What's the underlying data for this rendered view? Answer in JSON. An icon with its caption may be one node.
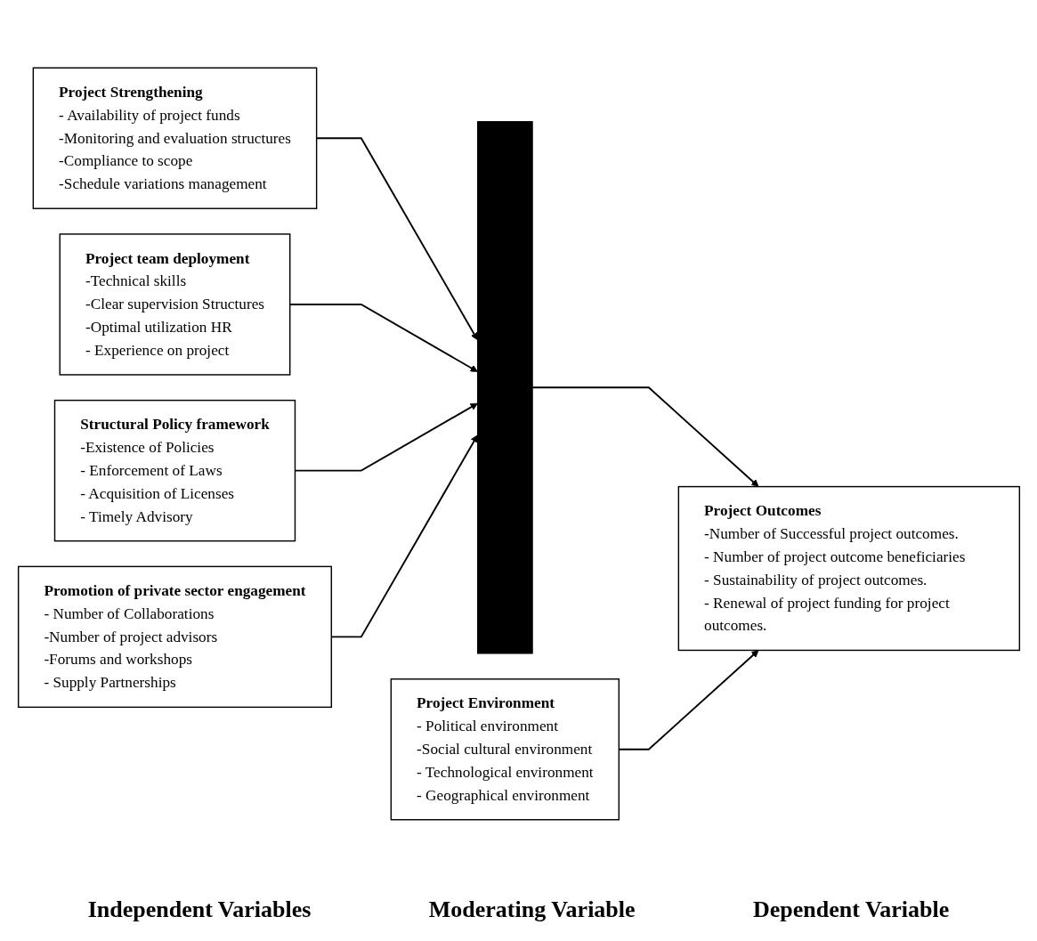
{
  "diagram": {
    "nodes": [
      {
        "text": [
          "Project Strengthening",
          "- Availability of project funds",
          "-Monitoring and evaluation structures",
          "-Compliance to scope",
          "-Schedule variations management"
        ]
      },
      {
        "text": [
          "Project team deployment",
          "-Technical skills",
          "-Clear supervision Structures",
          "-Optimal utilization HR",
          "- Experience on project"
        ]
      },
      {
        "text": [
          "Structural Policy framework",
          "-Existence of Policies",
          "- Enforcement of Laws",
          "- Acquisition of Licenses",
          "- Timely Advisory"
        ]
      },
      {
        "text": [
          "Promotion of private sector engagement",
          "- Number of Collaborations",
          "-Number of project advisors",
          "-Forums and workshops",
          "- Supply Partnerships"
        ]
      },
      {
        "text": [],
        "shape": "bar"
      },
      {
        "text": [
          "Project Outcomes",
          "-Number of Successful project outcomes.",
          "- Number of project outcome beneficiaries",
          "- Sustainability of project outcomes.",
          "- Renewal of project funding for project outcomes."
        ]
      },
      {
        "text": [
          "Project Environment",
          "- Political environment",
          "-Social cultural environment",
          "- Technological environment",
          "- Geographical environment"
        ]
      }
    ],
    "edges": [
      {
        "from": 0,
        "to": 4,
        "arrow": "to"
      },
      {
        "from": 1,
        "to": 4,
        "arrow": "to"
      },
      {
        "from": 2,
        "to": 4,
        "arrow": "to"
      },
      {
        "from": 3,
        "to": 4,
        "arrow": "to"
      },
      {
        "from": 4,
        "to": 5,
        "arrow": "to"
      },
      {
        "from": 6,
        "to": 5,
        "arrow": "to"
      }
    ],
    "labels": [
      "Independent Variables",
      "Moderating Variable",
      "Dependent Variable"
    ]
  }
}
